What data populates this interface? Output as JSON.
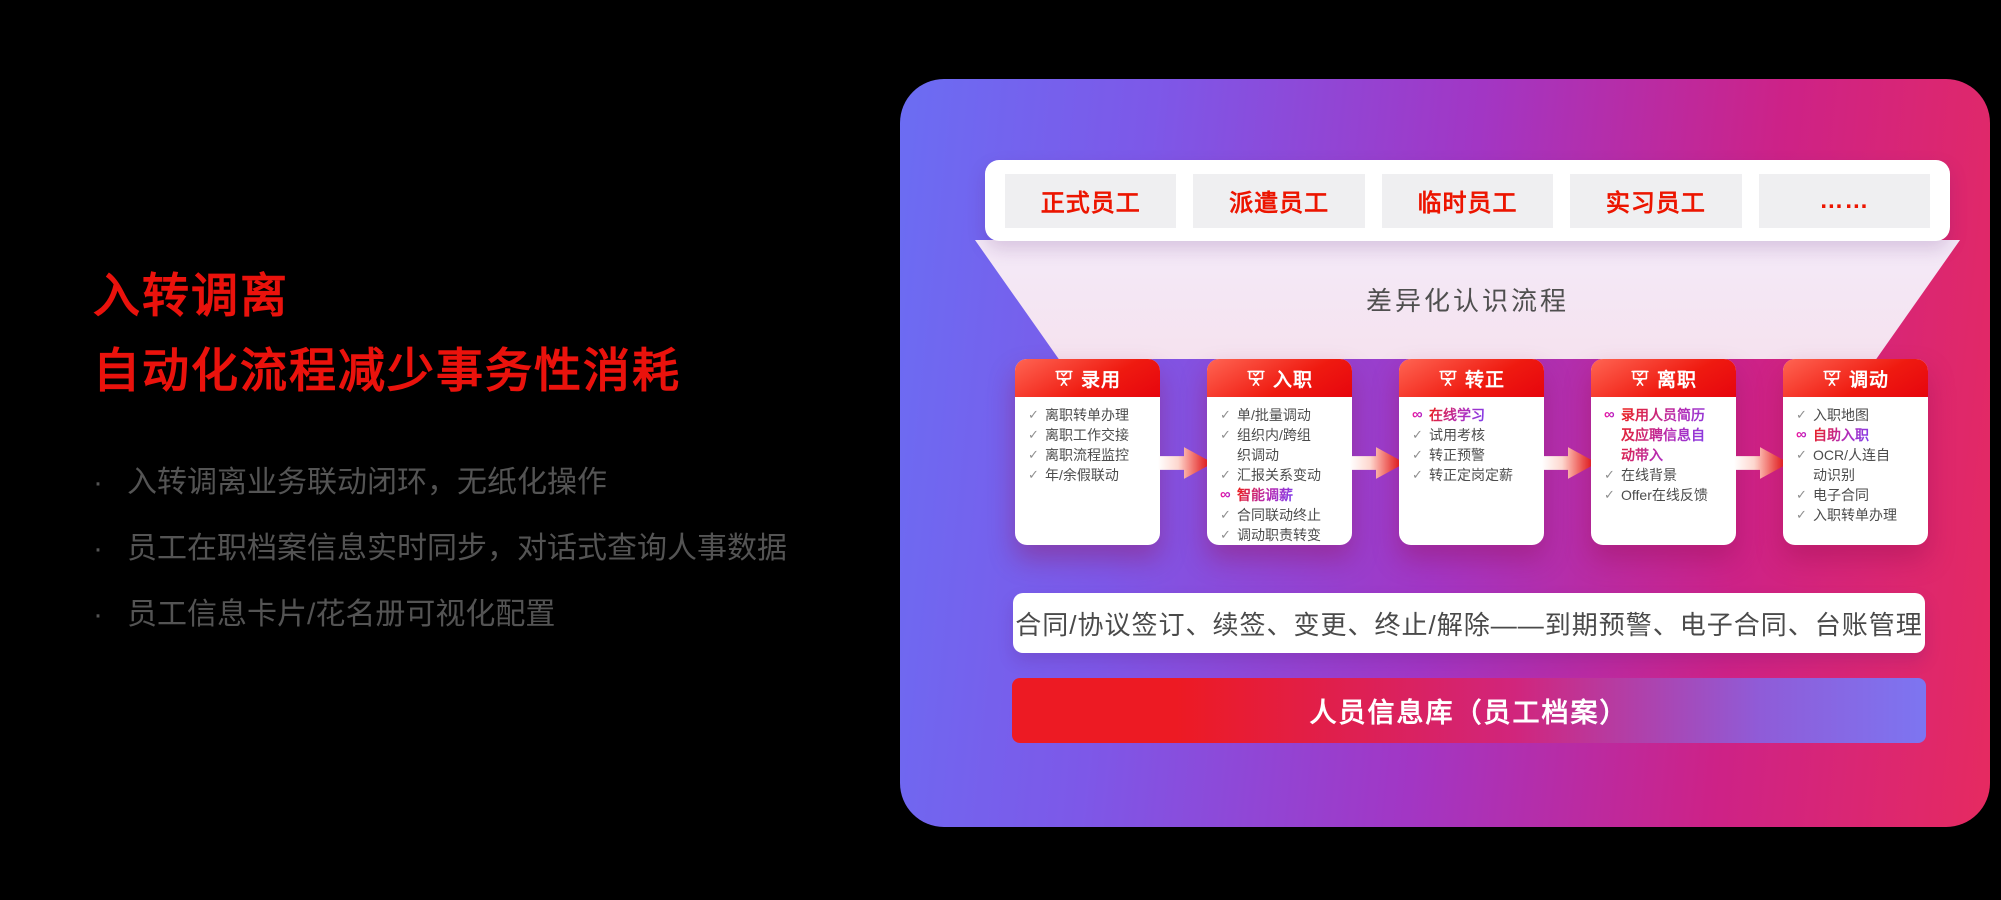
{
  "left_panel": {
    "title_lines": [
      "入转调离",
      "自动化流程减少事务性消耗"
    ],
    "bullet_marker": "·",
    "bullets": [
      "入转调离业务联动闭环，无纸化操作",
      "员工在职档案信息实时同步，对话式查询人事数据",
      "员工信息卡片/花名册可视化配置"
    ]
  },
  "diagram": {
    "employee_types": [
      "正式员工",
      "派遣员工",
      "临时员工",
      "实习员工",
      "……"
    ],
    "funnel_label": "差异化认识流程",
    "process_cards": [
      {
        "title": "录用",
        "items": [
          {
            "marker": "check",
            "text": "离职转单办理"
          },
          {
            "marker": "check",
            "text": "离职工作交接"
          },
          {
            "marker": "check",
            "text": "离职流程监控"
          },
          {
            "marker": "check",
            "text": "年/余假联动"
          }
        ]
      },
      {
        "title": "入职",
        "items": [
          {
            "marker": "check",
            "text": "单/批量调动"
          },
          {
            "marker": "check",
            "text": "组织内/跨组\n织调动"
          },
          {
            "marker": "check",
            "text": "汇报关系变动"
          },
          {
            "marker": "smart",
            "text": "智能调薪"
          },
          {
            "marker": "check",
            "text": "合同联动终止"
          },
          {
            "marker": "check",
            "text": "调动职责转变"
          }
        ]
      },
      {
        "title": "转正",
        "items": [
          {
            "marker": "smart",
            "text": "在线学习"
          },
          {
            "marker": "check",
            "text": "试用考核"
          },
          {
            "marker": "check",
            "text": "转正预警"
          },
          {
            "marker": "check",
            "text": "转正定岗定薪"
          }
        ]
      },
      {
        "title": "离职",
        "items": [
          {
            "marker": "smart",
            "text": "录用人员简历\n及应聘信息自\n动带入"
          },
          {
            "marker": "check",
            "text": "在线背景"
          },
          {
            "marker": "check",
            "text": "Offer在线反馈"
          }
        ]
      },
      {
        "title": "调动",
        "items": [
          {
            "marker": "check",
            "text": "入职地图"
          },
          {
            "marker": "smart",
            "text": "自助入职"
          },
          {
            "marker": "check",
            "text": "OCR/人连自\n动识别"
          },
          {
            "marker": "check",
            "text": "电子合同"
          },
          {
            "marker": "check",
            "text": "入职转单办理"
          }
        ]
      }
    ],
    "contract_bar_text": "合同/协议签订、续签、变更、终止/解除——到期预警、电子合同、台账管理",
    "database_bar_text": "人员信息库（员工档案）"
  },
  "icons": {
    "card_header_icon": "easel-board-icon",
    "check_glyph": "✓",
    "smart_glyph": "∞",
    "flow_arrow_icon": "right-arrow-icon"
  },
  "colors": {
    "background": "#000000",
    "title_red": "#ea120c",
    "bullet_gray": "#545454",
    "accent_red": "#ec1500",
    "panel_gradient": [
      "#6b6df3",
      "#a236c4",
      "#cd2287",
      "#e62a60"
    ],
    "card_header_gradient": [
      "#ff6553",
      "#e6050e"
    ],
    "database_bar_gradient": [
      "#ed1a23",
      "#d1257c",
      "#7d75f1"
    ],
    "funnel_bg": "#f4eaf8",
    "item_text": "#4c4c4c",
    "check_gray": "#8f8f8f"
  }
}
